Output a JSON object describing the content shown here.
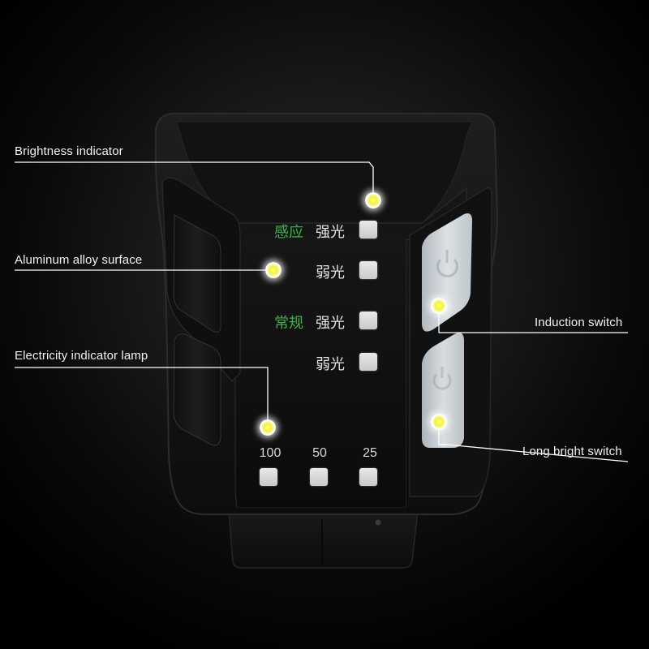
{
  "callouts": {
    "brightness_indicator": "Brightness indicator",
    "aluminum_alloy_surface": "Aluminum alloy surface",
    "electricity_indicator_lamp": "Electricity indicator lamp",
    "induction_switch": "Induction switch",
    "long_bright_switch": "Long bright switch"
  },
  "panel": {
    "induction_mode": "感应",
    "regular_mode": "常规",
    "strong_light": "强光",
    "weak_light": "弱光",
    "battery_levels": [
      "100",
      "50",
      "25"
    ]
  },
  "colors": {
    "background": "#000000",
    "device_body": "#141414",
    "mode_label_green": "#39b54a",
    "led_off": "#d6d6d6",
    "hotspot": "#f3f33a",
    "callout_line": "#ffffff",
    "switch_glow": "#dfe8ee"
  },
  "icons": {
    "hotspot_marker": "glowing-dot-icon",
    "induction_switch_symbol": "power-icon",
    "long_bright_switch_symbol": "power-icon"
  }
}
